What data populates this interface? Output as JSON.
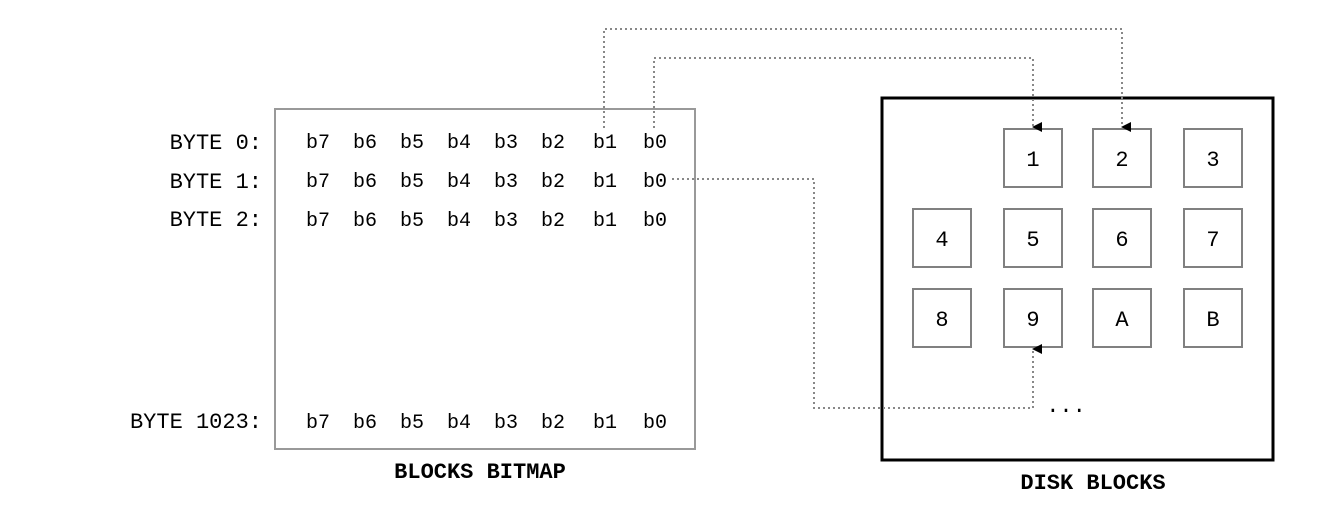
{
  "bitmap": {
    "caption": "BLOCKS BITMAP",
    "rows": [
      {
        "label": "BYTE 0:",
        "bits": [
          "b7",
          "b6",
          "b5",
          "b4",
          "b3",
          "b2",
          "b1",
          "b0"
        ]
      },
      {
        "label": "BYTE 1:",
        "bits": [
          "b7",
          "b6",
          "b5",
          "b4",
          "b3",
          "b2",
          "b1",
          "b0"
        ]
      },
      {
        "label": "BYTE 2:",
        "bits": [
          "b7",
          "b6",
          "b5",
          "b4",
          "b3",
          "b2",
          "b1",
          "b0"
        ]
      },
      {
        "label": "BYTE 1023:",
        "bits": [
          "b7",
          "b6",
          "b5",
          "b4",
          "b3",
          "b2",
          "b1",
          "b0"
        ]
      }
    ]
  },
  "disk": {
    "caption": "DISK BLOCKS",
    "blocks": [
      [
        "",
        "1",
        "2",
        "3"
      ],
      [
        "4",
        "5",
        "6",
        "7"
      ],
      [
        "8",
        "9",
        "A",
        "B"
      ]
    ],
    "ellipsis": "..."
  },
  "colors": {
    "line": "#000000",
    "bitmap_border": "#999999",
    "block_border": "#808080",
    "connector": "#888888"
  }
}
